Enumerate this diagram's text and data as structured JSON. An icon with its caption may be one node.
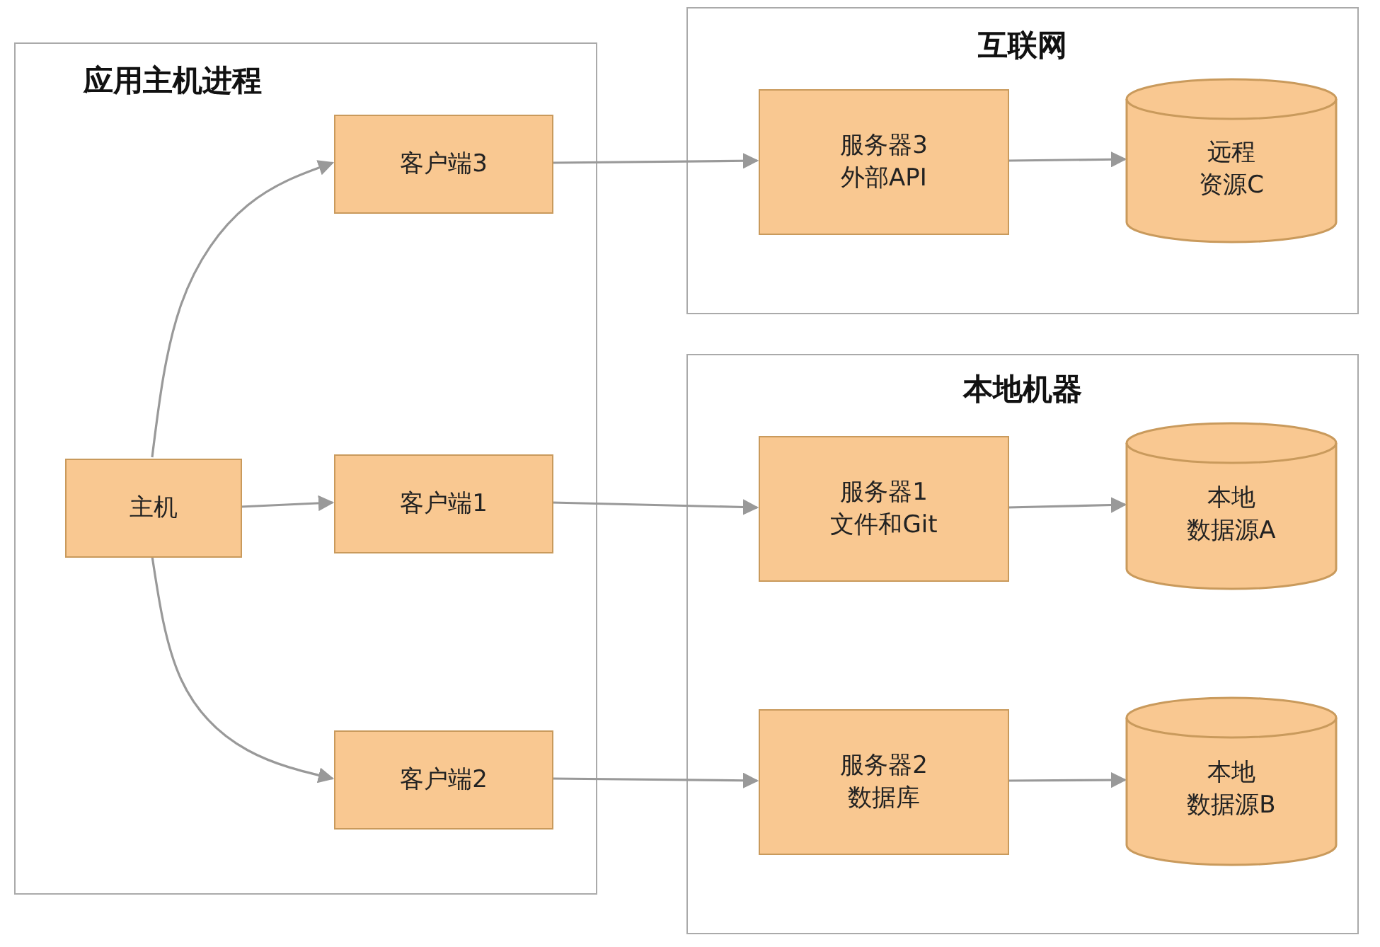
{
  "diagram": {
    "nodes": [
      {
        "text": [
          "应用主机进程"
        ]
      },
      {
        "text": [
          "主机"
        ],
        "in": 0
      },
      {
        "text": [
          "客户端3"
        ],
        "in": 0
      },
      {
        "text": [
          "客户端1"
        ],
        "in": 0
      },
      {
        "text": [
          "客户端2"
        ],
        "in": 0
      },
      {
        "text": [
          "互联网"
        ]
      },
      {
        "text": [
          "服务器3",
          "外部API"
        ],
        "in": 5
      },
      {
        "text": [
          "远程",
          "资源C"
        ],
        "in": 5
      },
      {
        "text": [
          "本地机器"
        ]
      },
      {
        "text": [
          "服务器1",
          "文件和Git"
        ],
        "in": 8
      },
      {
        "text": [
          "本地",
          "数据源A"
        ],
        "in": 8
      },
      {
        "text": [
          "服务器2",
          "数据库"
        ],
        "in": 8
      },
      {
        "text": [
          "本地",
          "数据源B"
        ],
        "in": 8
      }
    ],
    "edges": [
      {
        "from": 1,
        "to": 2,
        "arrow": "to"
      },
      {
        "from": 1,
        "to": 3,
        "arrow": "to"
      },
      {
        "from": 1,
        "to": 4,
        "arrow": "to"
      },
      {
        "from": 2,
        "to": 6,
        "arrow": "to"
      },
      {
        "from": 3,
        "to": 9,
        "arrow": "to"
      },
      {
        "from": 4,
        "to": 11,
        "arrow": "to"
      },
      {
        "from": 6,
        "to": 7,
        "arrow": "to"
      },
      {
        "from": 9,
        "to": 10,
        "arrow": "to"
      },
      {
        "from": 11,
        "to": 12,
        "arrow": "to"
      }
    ]
  }
}
